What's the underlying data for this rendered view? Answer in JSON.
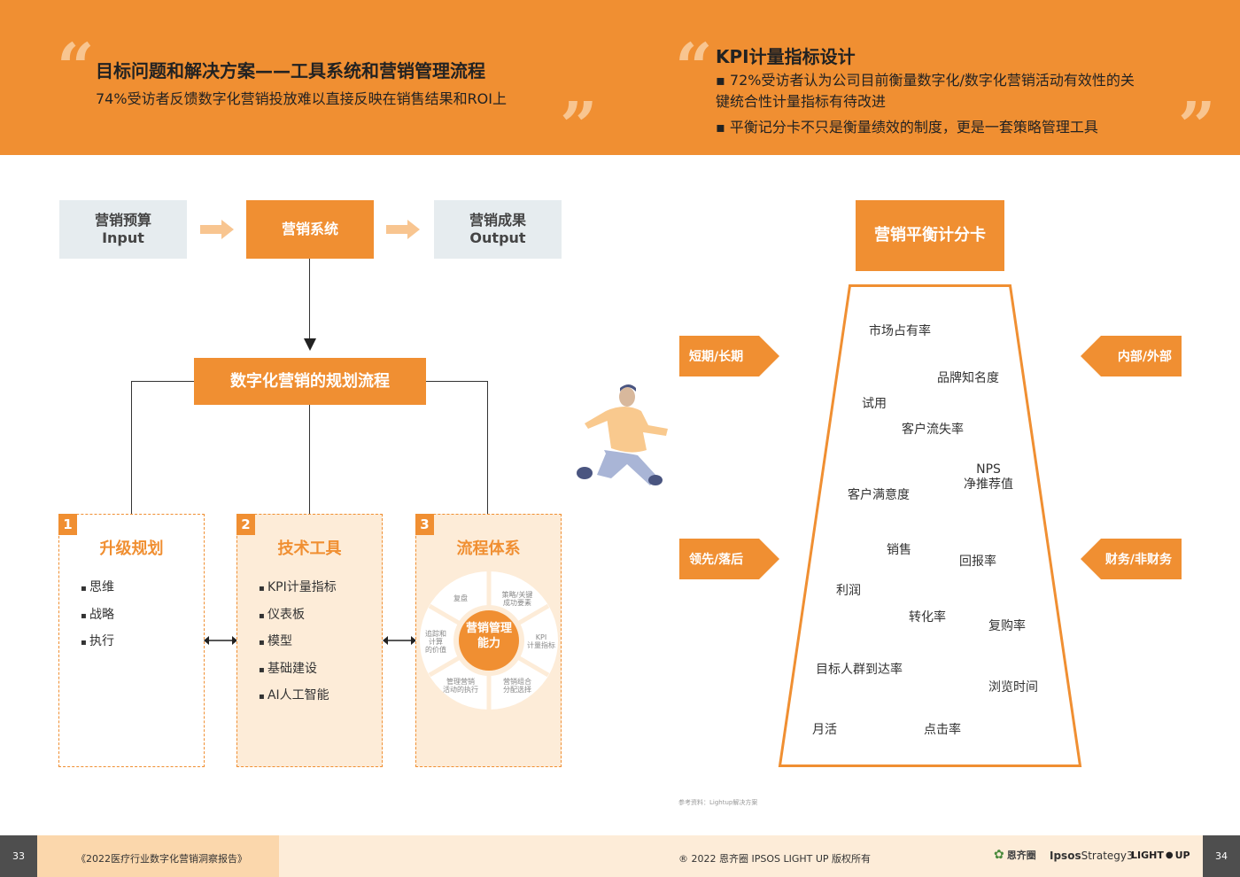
{
  "header": {
    "left_title": "目标问题和解决方案——工具系统和营销管理流程",
    "left_sub": "74%受访者反馈数字化营销投放难以直接反映在销售结果和ROI上",
    "right_title": "KPI计量指标设计",
    "right_b1a": "▪ 72%受访者认为公司目前衡量数字化/数字化营销活动有效性的关",
    "right_b1b": "键统合性计量指标有待改进",
    "right_b2": "▪ 平衡记分卡不只是衡量绩效的制度，更是一套策略管理工具",
    "open_quote": "“",
    "close_quote": "”"
  },
  "flow": {
    "budget_cn": "营销预算",
    "budget_en": "Input",
    "system": "营销系统",
    "result_cn": "营销成果",
    "result_en": "Output",
    "process": "数字化营销的规划流程"
  },
  "panels": [
    {
      "num": "1",
      "title": "升级规划",
      "items": [
        "思维",
        "战略",
        "执行"
      ]
    },
    {
      "num": "2",
      "title": "技术工具",
      "items": [
        "KPI计量指标",
        "仪表板",
        "模型",
        "基础建设",
        "AI人工智能"
      ]
    },
    {
      "num": "3",
      "title": "流程体系"
    }
  ],
  "wheel": {
    "center_a": "营销管理",
    "center_b": "能力",
    "seg_top": "复盘",
    "seg_tr_a": "策略/关键",
    "seg_tr_b": "成功要素",
    "seg_r_a": "KPI",
    "seg_r_b": "计量指标",
    "seg_br_a": "营销组合",
    "seg_br_b": "分配选择",
    "seg_bl_a": "管理营销",
    "seg_bl_b": "活动的执行",
    "seg_l_a": "追踪和",
    "seg_l_b": "计算",
    "seg_l_c": "的价值"
  },
  "scorecard": {
    "title": "营销平衡计分卡",
    "tag_tl": "短期/长期",
    "tag_tr": "内部/外部",
    "tag_bl": "领先/落后",
    "tag_br": "财务/非财务",
    "kw1": "市场占有率",
    "kw2": "品牌知名度",
    "kw3": "试用",
    "kw4": "客户流失率",
    "kw5a": "NPS",
    "kw5b": "净推荐值",
    "kw6": "客户满意度",
    "kw7": "销售",
    "kw8": "回报率",
    "kw9": "利润",
    "kw10": "转化率",
    "kw11": "复购率",
    "kw12": "目标人群到达率",
    "kw13": "浏览时间",
    "kw14": "月活",
    "kw15": "点击率"
  },
  "source": "参考资料：Lightup解决方案",
  "footer": {
    "page_left": "33",
    "report": "《2022医疗行业数字化营销洞察报告》",
    "copyright": "® 2022 恩齐圈 IPSOS LIGHT UP 版权所有",
    "logo1": "恩齐圈",
    "logo2a": "Ipsos",
    "logo2b": "Strategy3",
    "logo3": "LIGHT",
    "logo3b": "UP",
    "page_right": "34"
  },
  "colors": {
    "accent": "#f08f32",
    "accent_light": "#fdecd8",
    "grey_box": "#e6ecef"
  }
}
